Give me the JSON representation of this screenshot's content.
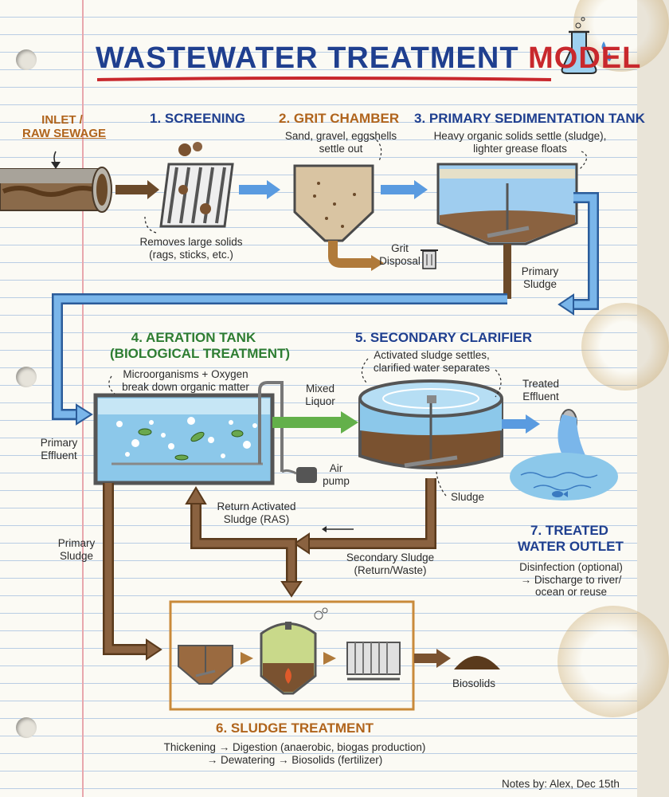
{
  "title": {
    "main": "WASTEWATER TREATMENT",
    "accent": "MODEL"
  },
  "inlet": {
    "line1": "INLET /",
    "line2": "RAW SEWAGE"
  },
  "screening": {
    "heading": "1. SCREENING",
    "note_line1": "Removes large solids",
    "note_line2": "(rags, sticks, etc.)"
  },
  "grit": {
    "heading": "2. GRIT CHAMBER",
    "note_line1": "Sand, gravel, eggshells",
    "note_line2": "settle out",
    "disposal_line1": "Grit",
    "disposal_line2": "Disposal"
  },
  "primary": {
    "heading": "3. PRIMARY SEDIMENTATION TANK",
    "note_line1": "Heavy organic solids settle (sludge),",
    "note_line2": "lighter grease floats",
    "sludge_line1": "Primary",
    "sludge_line2": "Sludge"
  },
  "aeration": {
    "heading_line1": "4. AERATION TANK",
    "heading_line2": "(BIOLOGICAL TREATMENT)",
    "note_line1": "Microorganisms + Oxygen",
    "note_line2": "break down organic matter",
    "air_line1": "Air",
    "air_line2": "pump"
  },
  "effluent": {
    "line1": "Primary",
    "line2": "Effluent"
  },
  "mixed_liquor": {
    "line1": "Mixed",
    "line2": "Liquor"
  },
  "clarifier": {
    "heading": "5. SECONDARY CLARIFIER",
    "note_line1": "Activated sludge settles,",
    "note_line2": "clarified water separates",
    "sludge": "Sludge"
  },
  "treated_effluent": {
    "line1": "Treated",
    "line2": "Effluent"
  },
  "outlet": {
    "heading_line1": "7. TREATED",
    "heading_line2": "WATER OUTLET",
    "note_line1": "Disinfection (optional)",
    "note_line2": "→ Discharge to river/",
    "note_line3": "ocean or reuse"
  },
  "ras": {
    "line1": "Return Activated",
    "line2": "Sludge (RAS)"
  },
  "secondary_sludge": {
    "line1": "Secondary Sludge",
    "line2": "(Return/Waste)"
  },
  "left_sludge": {
    "line1": "Primary",
    "line2": "Sludge"
  },
  "sludge_treatment": {
    "heading": "6. SLUDGE TREATMENT",
    "line1": "Thickening → Digestion (anaerobic, biogas production)",
    "line2": "→ Dewatering → Biosolids (fertilizer)",
    "biosolids": "Biosolids"
  },
  "footer": {
    "notes": "Notes by: Alex, Dec 15th"
  },
  "colors": {
    "title_blue": "#1f3f8f",
    "accent_red": "#c8282d",
    "pipe_blue": "#6aa8df",
    "sludge_brown": "#7a5230",
    "aeration_green": "#2e7d32",
    "frame_orange": "#c98a3a"
  }
}
